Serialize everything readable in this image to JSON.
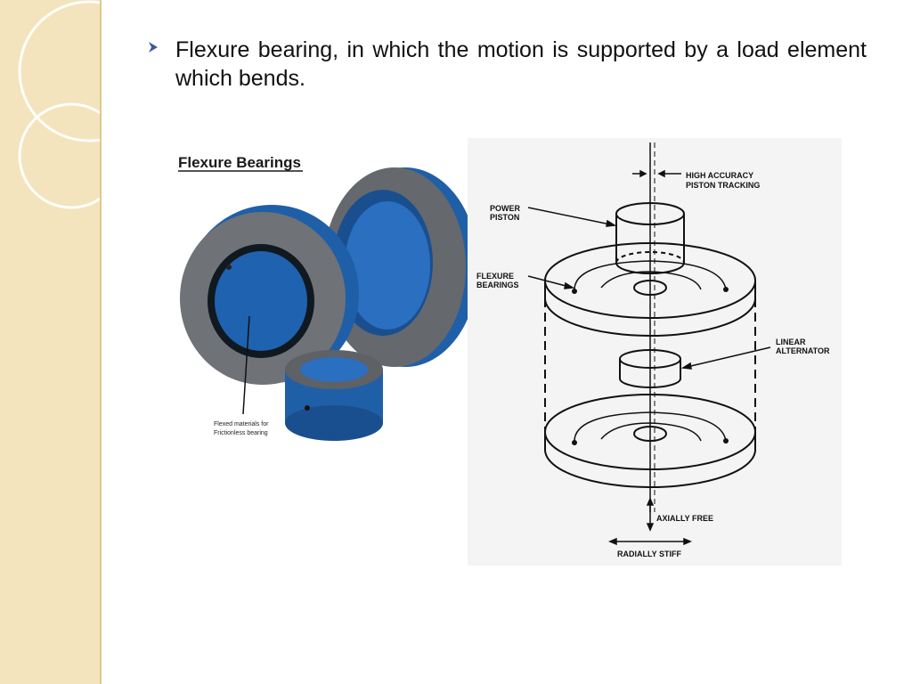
{
  "slide": {
    "bullet_text": "Flexure bearing, in which the motion is supported by a load element which bends."
  },
  "photo": {
    "title": "Flexure Bearings",
    "caption_line1": "Flexed materials for",
    "caption_line2": "Frictionless bearing"
  },
  "diagram": {
    "high_accuracy_line1": "HIGH ACCURACY",
    "high_accuracy_line2": "PISTON TRACKING",
    "power_line1": "POWER",
    "power_line2": "PISTON",
    "flexure_line1": "FLEXURE",
    "flexure_line2": "BEARINGS",
    "linear_line1": "LINEAR",
    "linear_line2": "ALTERNATOR",
    "axially_free": "AXIALLY FREE",
    "radially_stiff": "RADIALLY STIFF"
  },
  "colors": {
    "band": "#f3e4bd",
    "bearing_blue": "#1f5fa8",
    "bearing_gray": "#6f7277"
  }
}
